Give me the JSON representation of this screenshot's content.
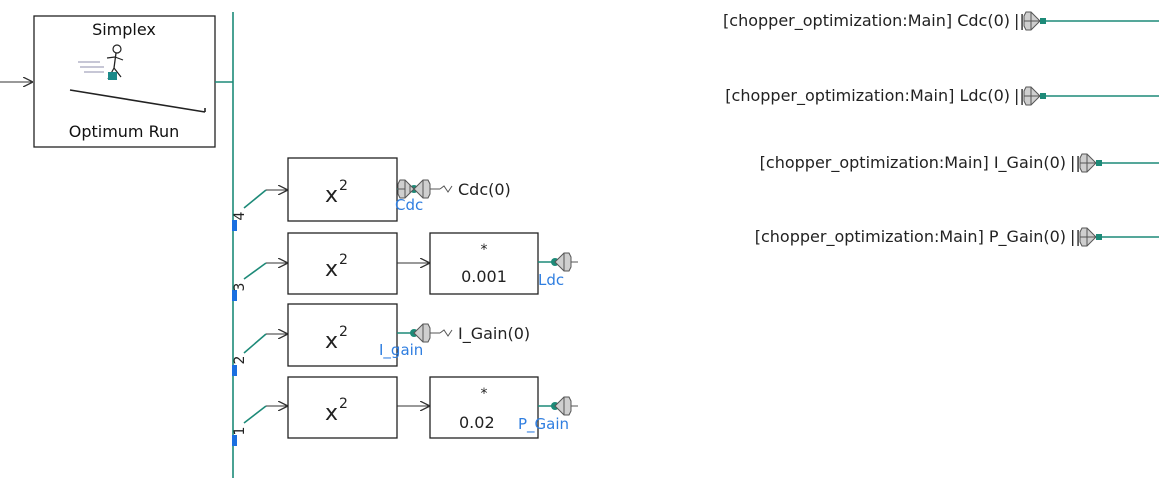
{
  "simplex_block": {
    "title": "Simplex",
    "subtitle": "Optimum Run"
  },
  "bus_output_numbers": [
    "4",
    "3",
    "2",
    "1"
  ],
  "square_blocks": [
    {
      "label": "x",
      "exponent": "2"
    },
    {
      "label": "x",
      "exponent": "2"
    },
    {
      "label": "x",
      "exponent": "2"
    },
    {
      "label": "x",
      "exponent": "2"
    }
  ],
  "gain_blocks": [
    {
      "operator": "*",
      "value": "0.001"
    },
    {
      "operator": "*",
      "value": "0.02"
    }
  ],
  "signal_names": [
    "Cdc",
    "Ldc",
    "I_gain",
    "P_Gain"
  ],
  "datalink_labels": [
    "Cdc(0)",
    "I_Gain(0)"
  ],
  "import_labels": [
    "[chopper_optimization:Main] Cdc(0)",
    "[chopper_optimization:Main] Ldc(0)",
    "[chopper_optimization:Main] I_Gain(0)",
    "[chopper_optimization:Main] P_Gain(0)"
  ],
  "colors": {
    "wire": "#1d8a78",
    "signal_label": "#2f7ee0",
    "bus_marker": "#1a6fe0",
    "block_border": "#222222"
  },
  "icons": [
    "running-man-icon",
    "datalink-antenna-icon",
    "import-antenna-icon"
  ]
}
